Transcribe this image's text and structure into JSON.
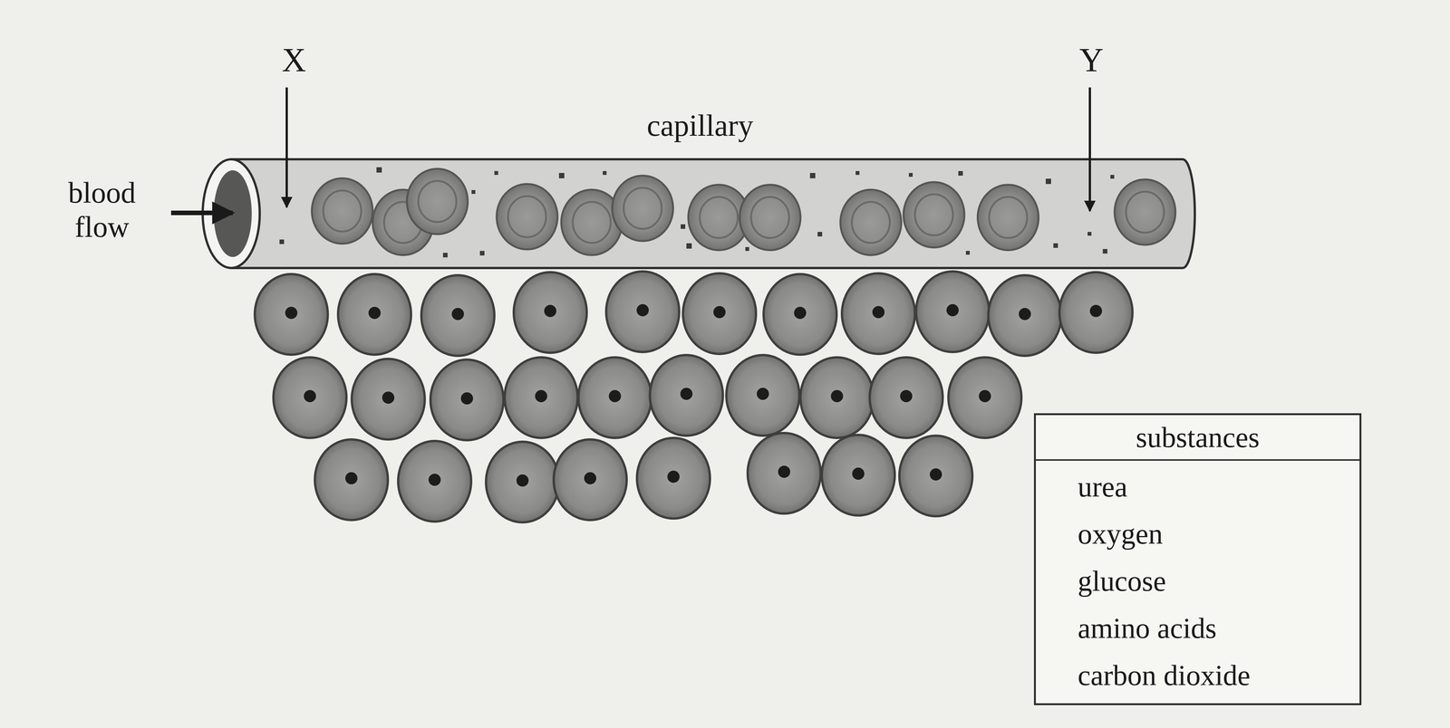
{
  "diagram": {
    "nodes": [
      {
        "text": [
          "substances",
          "urea",
          "oxygen",
          "glucose",
          "amino acids",
          "carbon dioxide"
        ]
      }
    ],
    "labels": [
      "X",
      "Y",
      "capillary",
      "blood flow"
    ]
  }
}
